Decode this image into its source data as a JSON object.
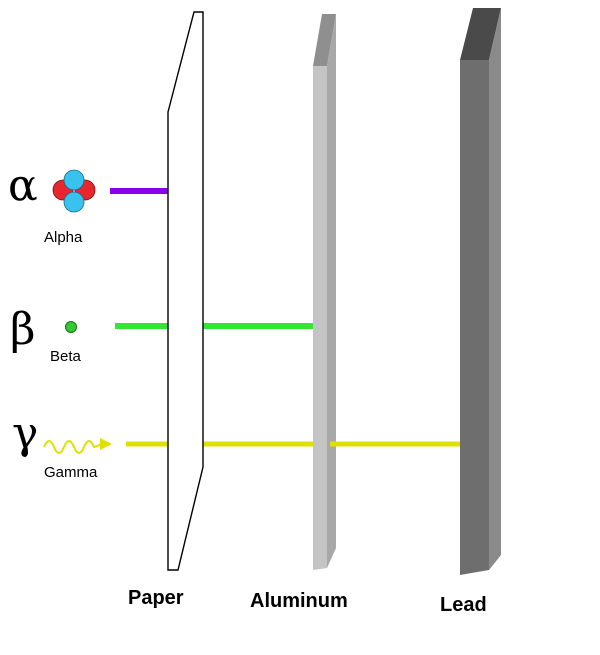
{
  "radiation": [
    {
      "symbol": "α",
      "name": "Alpha",
      "color": "#8a00e6",
      "stops_at": "Paper"
    },
    {
      "symbol": "β",
      "name": "Beta",
      "color": "#33e633",
      "stops_at": "Aluminum"
    },
    {
      "symbol": "γ",
      "name": "Gamma",
      "color": "#dfe000",
      "stops_at": "Lead"
    }
  ],
  "barriers": [
    {
      "name": "Paper",
      "color": "#ffffff"
    },
    {
      "name": "Aluminum",
      "color": "#c4c4c4"
    },
    {
      "name": "Lead",
      "color": "#6e6e6e"
    }
  ],
  "colors": {
    "proton": "#e8262e",
    "neutron": "#3ac2ef",
    "beta_particle": "#2ecc2e",
    "gamma_wave": "#dfe000"
  },
  "icons": {
    "alpha": "helium-nucleus-icon",
    "beta": "electron-dot-icon",
    "gamma": "wavy-arrow-icon"
  }
}
